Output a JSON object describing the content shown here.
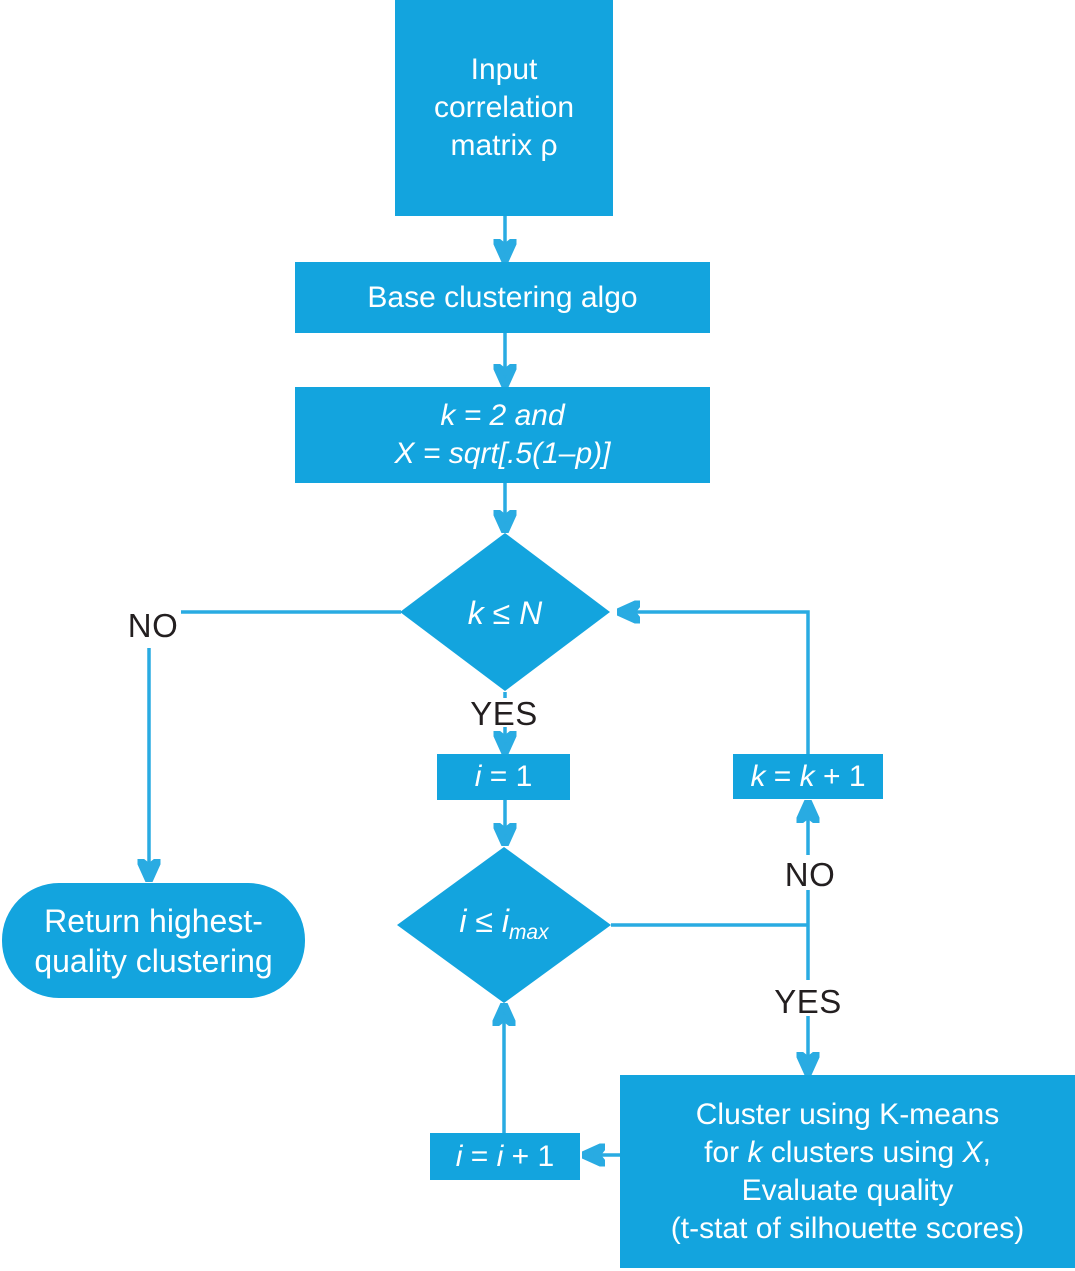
{
  "colors": {
    "shape_fill": "#13a4de",
    "line": "#29abe2",
    "text_on_shape": "#ffffff",
    "label_text": "#231f20"
  },
  "nodes": {
    "input_matrix": {
      "line1": "Input",
      "line2": "correlation",
      "line3": "matrix ρ"
    },
    "base_clustering": {
      "label": "Base clustering algo"
    },
    "init_params": {
      "line1": "k = 2 and",
      "line2": "X = sqrt[.5(1–p)]"
    },
    "k_check": {
      "label": "k ≤ N"
    },
    "i_init": {
      "p1": "i",
      "p2": " = 1"
    },
    "k_increment": {
      "p1": "k",
      "p2": " = ",
      "p3": "k",
      "p4": " + 1"
    },
    "i_check": {
      "main": "i ≤ i",
      "sub": "max"
    },
    "return_best": {
      "line1": "Return highest-",
      "line2": "quality clustering"
    },
    "i_increment": {
      "p1": "i",
      "p2": " = ",
      "p3": "i",
      "p4": " + 1"
    },
    "cluster_eval": {
      "line1": "Cluster using K-means",
      "line2_p1": "for ",
      "line2_k": "k",
      "line2_p2": " clusters using ",
      "line2_x": "X",
      "line2_p3": ",",
      "line3": "Evaluate quality",
      "line4": "(t-stat of silhouette scores)"
    }
  },
  "labels": {
    "k_no": "NO",
    "k_yes": "YES",
    "i_no": "NO",
    "i_yes": "YES"
  }
}
